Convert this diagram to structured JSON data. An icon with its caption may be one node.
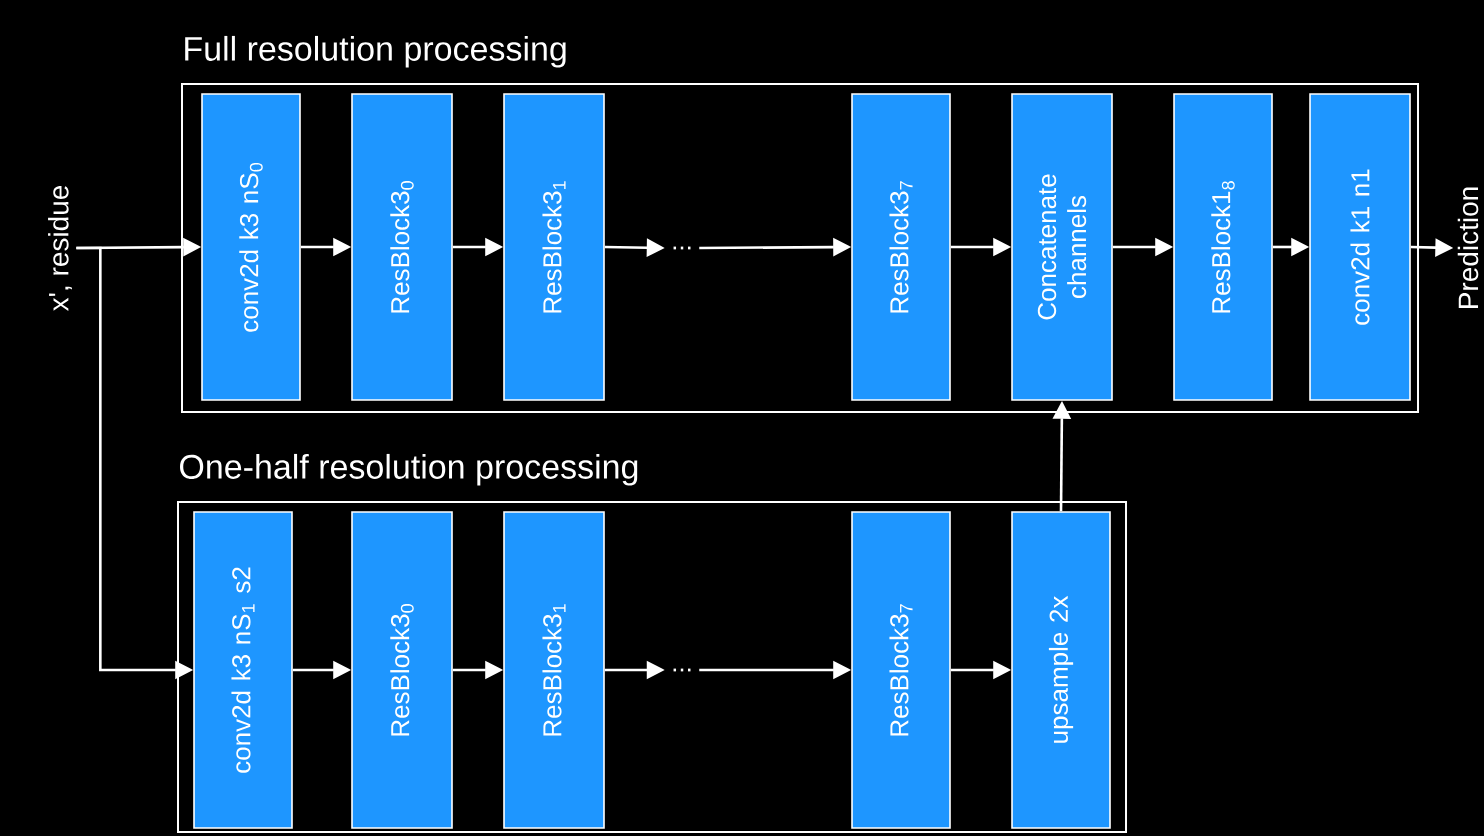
{
  "diagram": {
    "nodes": [
      {
        "text": [
          "Full resolution processing"
        ]
      },
      {
        "text": [
          "conv2d k3 nS$_{0}$"
        ],
        "in": 0
      },
      {
        "text": [
          "ResBlock3$_{0}$"
        ],
        "in": 0
      },
      {
        "text": [
          "ResBlock3$_{1}$"
        ],
        "in": 0
      },
      {
        "text": [
          "..."
        ],
        "in": 0
      },
      {
        "text": [
          "ResBlock3$_{7}$"
        ],
        "in": 0
      },
      {
        "text": [
          "Concatenate channels"
        ],
        "in": 0
      },
      {
        "text": [
          "ResBlock1$_{8}$"
        ],
        "in": 0
      },
      {
        "text": [
          "conv2d k1 n1"
        ],
        "in": 0
      },
      {
        "text": [
          "Prediction"
        ]
      },
      {
        "text": [
          "x', residue"
        ]
      },
      {
        "text": [
          "One-half resolution processing"
        ]
      },
      {
        "text": [
          "conv2d k3 nS$_{1}$ s2"
        ],
        "in": 11
      },
      {
        "text": [
          "ResBlock3$_{0}$"
        ],
        "in": 11
      },
      {
        "text": [
          "ResBlock3$_{1}$"
        ],
        "in": 11
      },
      {
        "text": [
          "..."
        ],
        "in": 11
      },
      {
        "text": [
          "ResBlock3$_{7}$"
        ],
        "in": 11
      },
      {
        "text": [
          "upsample 2x"
        ],
        "in": 11
      }
    ],
    "edges": [
      {
        "from": 10,
        "to": 1,
        "arrow": "to"
      },
      {
        "from": 10,
        "to": 12,
        "arrow": "to"
      },
      {
        "from": 1,
        "to": 2,
        "arrow": "to"
      },
      {
        "from": 2,
        "to": 3,
        "arrow": "to"
      },
      {
        "from": 3,
        "to": 4,
        "arrow": "to"
      },
      {
        "from": 4,
        "to": 5,
        "arrow": "to"
      },
      {
        "from": 5,
        "to": 6,
        "arrow": "to"
      },
      {
        "from": 6,
        "to": 7,
        "arrow": "to"
      },
      {
        "from": 7,
        "to": 8,
        "arrow": "to"
      },
      {
        "from": 8,
        "to": 9,
        "arrow": "to"
      },
      {
        "from": 12,
        "to": 13,
        "arrow": "to"
      },
      {
        "from": 13,
        "to": 14,
        "arrow": "to"
      },
      {
        "from": 14,
        "to": 15,
        "arrow": "to"
      },
      {
        "from": 15,
        "to": 16,
        "arrow": "to"
      },
      {
        "from": 16,
        "to": 17,
        "arrow": "to"
      },
      {
        "from": 17,
        "to": 6,
        "arrow": "to"
      }
    ]
  }
}
